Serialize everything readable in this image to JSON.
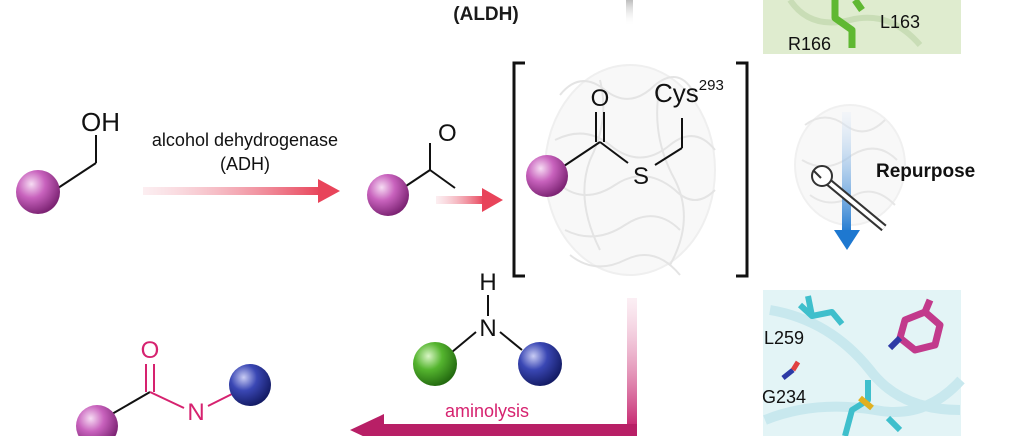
{
  "labels": {
    "aldh": "(ALDH)",
    "oh": "OH",
    "adh_line1": "alcohol dehydrogenase",
    "adh_line2": "(ADH)",
    "aldehyde_o": "O",
    "thioester_o": "O",
    "sulfur": "S",
    "cys": "Cys",
    "cys_number": "293",
    "repurpose": "Repurpose",
    "amine_h": "H",
    "amine_n": "N",
    "aminolysis": "aminolysis",
    "amide_o": "O",
    "amide_n": "N",
    "residue_r166": "R166",
    "residue_l163": "L163",
    "residue_l259": "L259",
    "residue_g234": "G234"
  },
  "colors": {
    "ball_purple": "#c04fb8",
    "ball_green": "#4caf2a",
    "ball_blue": "#2d3aa6",
    "arrow_red": "#e8445a",
    "arrow_magenta": "#c41f6b",
    "amide_text": "#d6226f",
    "repurpose_arrow": "#1e78d0",
    "panel_green": "#dfeccf",
    "panel_blue": "#d9f0f3",
    "cyan_stick": "#3fbfcc",
    "green_stick": "#5fb832"
  }
}
